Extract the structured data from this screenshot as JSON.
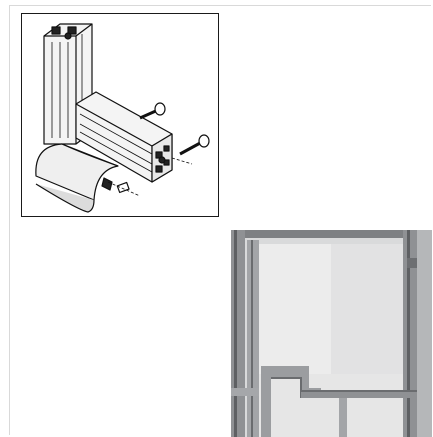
{
  "page": {
    "background": "#ffffff",
    "frame_color": "#d9d9d9"
  },
  "figures": [
    {
      "name": "profile-connector-diagram",
      "kind": "line drawing",
      "border_color": "#1a1a1a",
      "icon": "aluminum-profile-assembly-icon"
    },
    {
      "name": "frame-door-photo",
      "kind": "photograph",
      "palette": {
        "frame": "#9ea0a3",
        "frame_dark": "#6d6f72",
        "panel": "#ececec",
        "background": "#d9dadb"
      },
      "icon": "door-frame-photo-icon"
    }
  ]
}
